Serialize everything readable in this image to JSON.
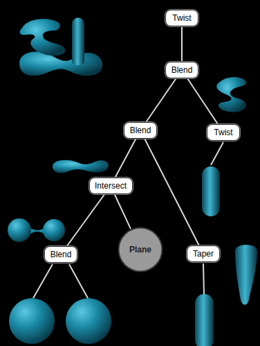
{
  "diagram": {
    "nodes": [
      {
        "text": [
          "Twist"
        ]
      },
      {
        "text": [
          "Blend"
        ]
      },
      {
        "text": [
          "Blend"
        ]
      },
      {
        "text": [
          "Twist"
        ]
      },
      {
        "text": [
          "Intersect"
        ]
      },
      {
        "text": [
          "Blend"
        ]
      },
      {
        "text": [
          "Plane"
        ]
      },
      {
        "text": [
          "Taper"
        ]
      }
    ],
    "edges": [
      {
        "from": 0,
        "to": 1,
        "arrow": "none"
      },
      {
        "from": 1,
        "to": 2,
        "arrow": "none"
      },
      {
        "from": 1,
        "to": 3,
        "arrow": "none"
      },
      {
        "from": 2,
        "to": 4,
        "arrow": "none"
      },
      {
        "from": 2,
        "to": 7,
        "arrow": "none"
      },
      {
        "from": 4,
        "to": 5,
        "arrow": "none"
      },
      {
        "from": 4,
        "to": 6,
        "arrow": "none"
      }
    ]
  }
}
